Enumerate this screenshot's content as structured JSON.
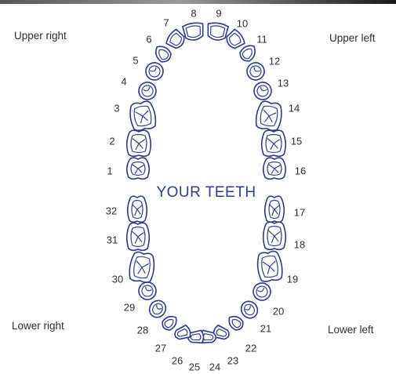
{
  "quadrants": {
    "upper_right": "Upper right",
    "upper_left": "Upper left",
    "lower_right": "Lower right",
    "lower_left": "Lower left"
  },
  "title": "YOUR TEETH",
  "teeth": [
    {
      "n": "1",
      "type": "molar"
    },
    {
      "n": "2",
      "type": "molar"
    },
    {
      "n": "3",
      "type": "molar"
    },
    {
      "n": "4",
      "type": "premolar"
    },
    {
      "n": "5",
      "type": "premolar"
    },
    {
      "n": "6",
      "type": "canine"
    },
    {
      "n": "7",
      "type": "incisor"
    },
    {
      "n": "8",
      "type": "incisor"
    },
    {
      "n": "9",
      "type": "incisor"
    },
    {
      "n": "10",
      "type": "incisor"
    },
    {
      "n": "11",
      "type": "canine"
    },
    {
      "n": "12",
      "type": "premolar"
    },
    {
      "n": "13",
      "type": "premolar"
    },
    {
      "n": "14",
      "type": "molar"
    },
    {
      "n": "15",
      "type": "molar"
    },
    {
      "n": "16",
      "type": "molar"
    },
    {
      "n": "17",
      "type": "molar"
    },
    {
      "n": "18",
      "type": "molar"
    },
    {
      "n": "19",
      "type": "molar"
    },
    {
      "n": "20",
      "type": "premolar"
    },
    {
      "n": "21",
      "type": "premolar"
    },
    {
      "n": "22",
      "type": "canine"
    },
    {
      "n": "23",
      "type": "incisor"
    },
    {
      "n": "24",
      "type": "incisor"
    },
    {
      "n": "25",
      "type": "incisor"
    },
    {
      "n": "26",
      "type": "incisor"
    },
    {
      "n": "27",
      "type": "canine"
    },
    {
      "n": "28",
      "type": "premolar"
    },
    {
      "n": "29",
      "type": "premolar"
    },
    {
      "n": "30",
      "type": "molar"
    },
    {
      "n": "31",
      "type": "molar"
    },
    {
      "n": "32",
      "type": "molar"
    }
  ]
}
